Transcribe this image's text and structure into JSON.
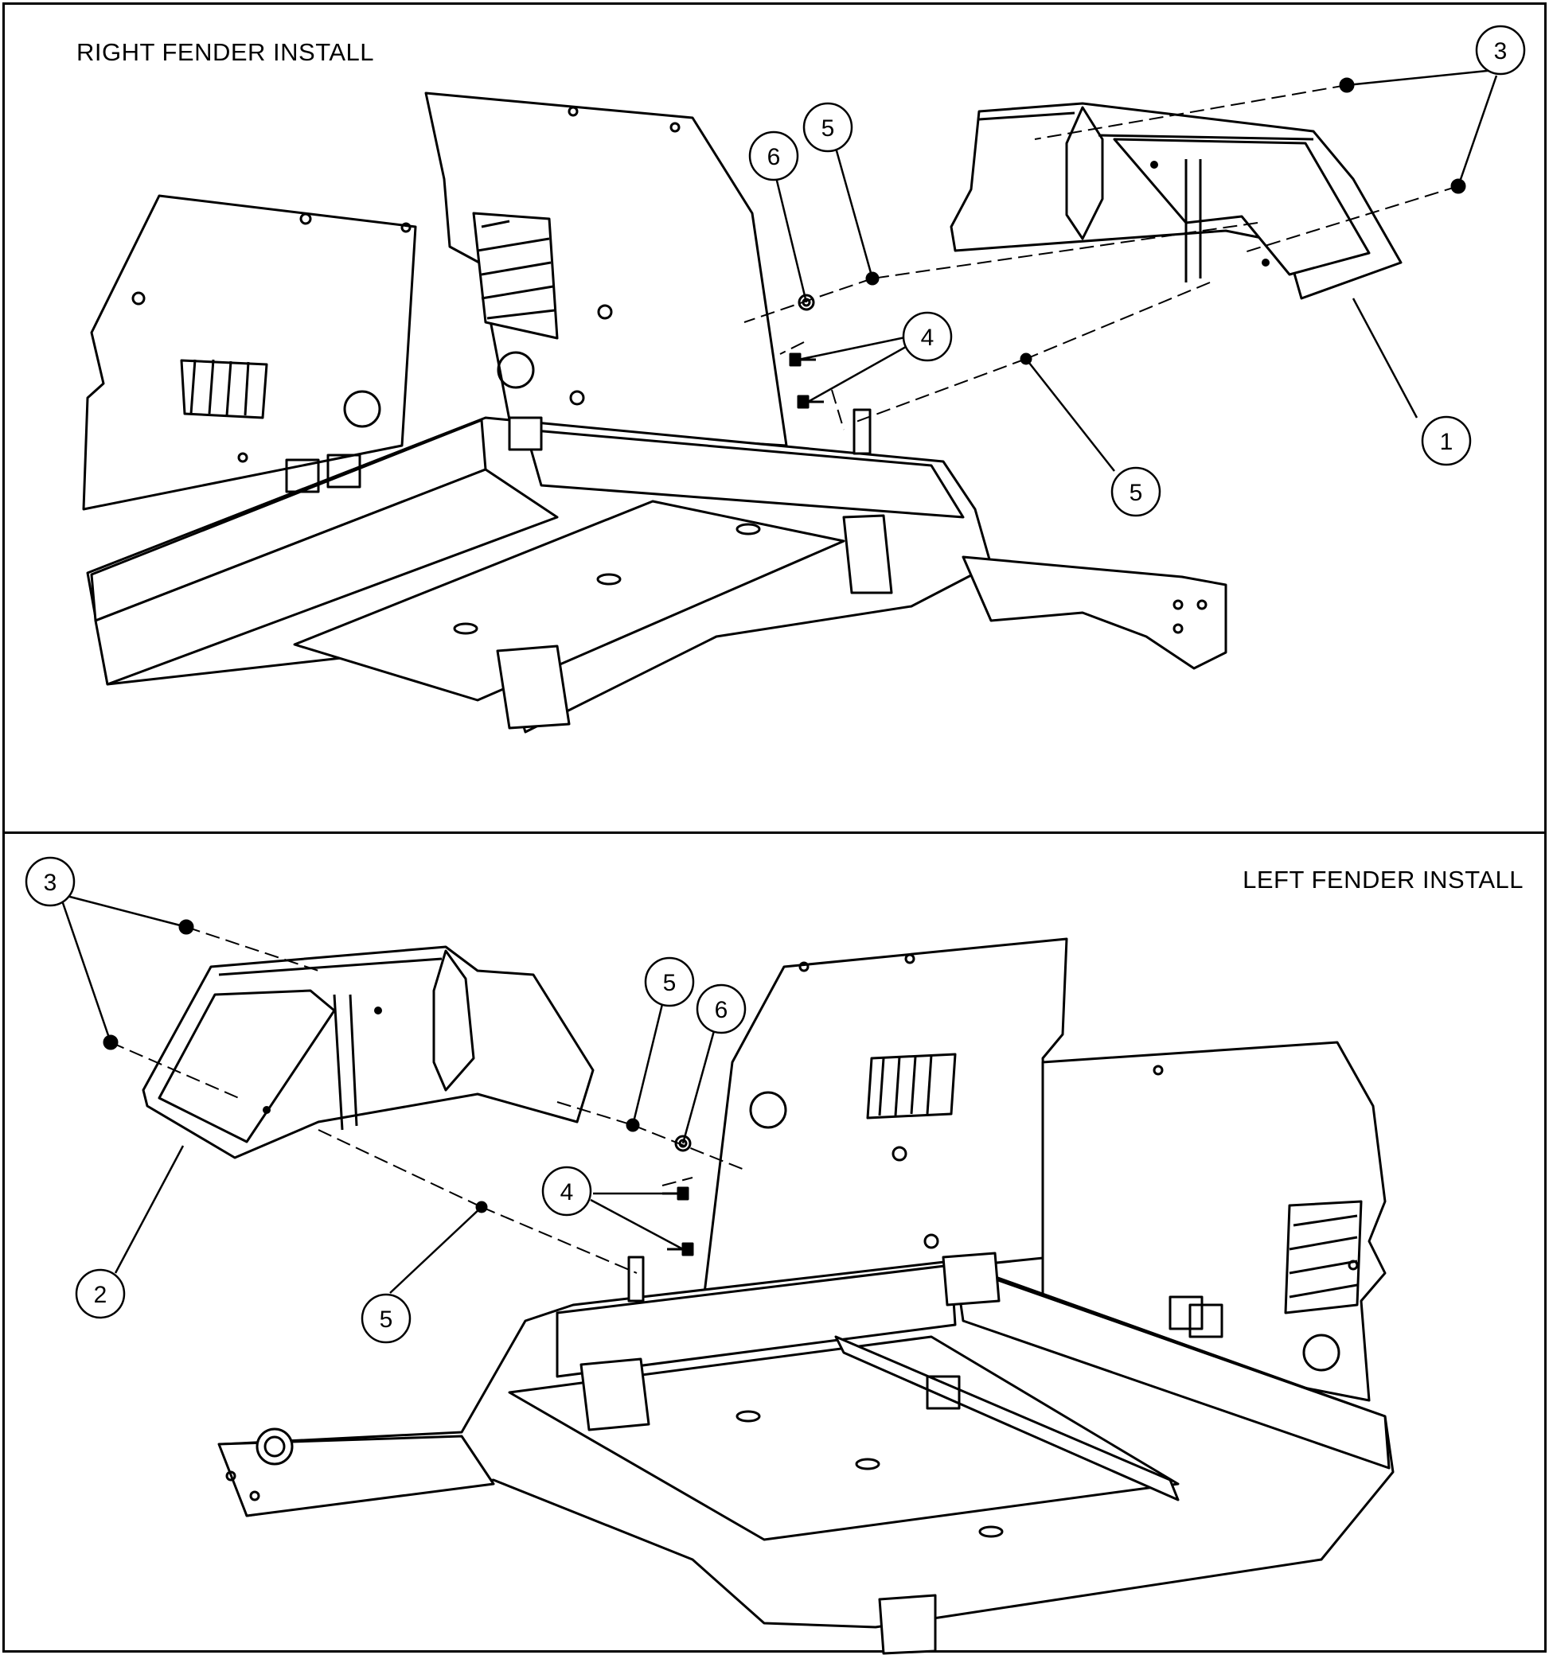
{
  "top_panel": {
    "title": "RIGHT FENDER INSTALL",
    "callouts": [
      "3",
      "6",
      "5",
      "4",
      "1",
      "5"
    ]
  },
  "bottom_panel": {
    "title": "LEFT FENDER INSTALL",
    "callouts": [
      "3",
      "5",
      "6",
      "4",
      "2",
      "5"
    ]
  }
}
